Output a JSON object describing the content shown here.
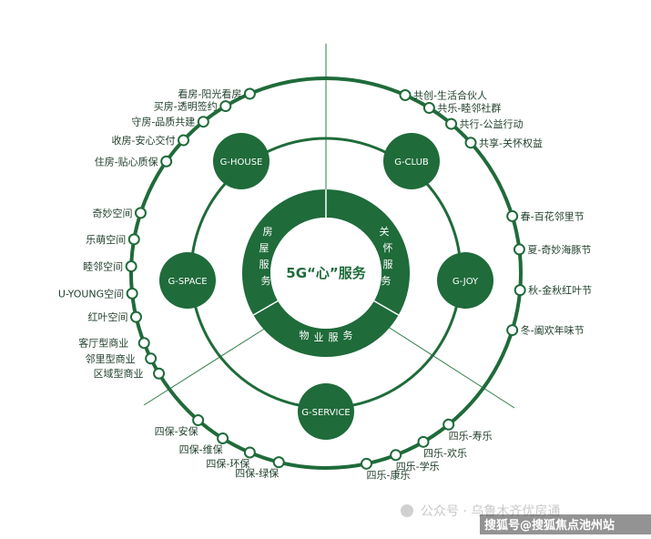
{
  "center": {
    "title": "5G“心”服务"
  },
  "inner_segments": [
    {
      "label": "房屋服务"
    },
    {
      "label": "关怀服务"
    },
    {
      "label": "物业服务"
    }
  ],
  "nodes": [
    {
      "name": "G-HOUSE"
    },
    {
      "name": "G-CLUB"
    },
    {
      "name": "G-SPACE"
    },
    {
      "name": "G-JOY"
    },
    {
      "name": "G-SERVICE"
    }
  ],
  "groups": {
    "house": [
      "看房-阳光看房",
      "买房-透明签约",
      "守房-品质共建",
      "收房-安心交付",
      "住房-贴心质保"
    ],
    "club": [
      "共创-生活合伙人",
      "共乐-睦邻社群",
      "共行-公益行动",
      "共享-关怀权益"
    ],
    "space": [
      "奇妙空间",
      "乐萌空间",
      "睦邻空间",
      "U-YOUNG空间",
      "红叶空间"
    ],
    "commerce": [
      "客厅型商业",
      "邻里型商业",
      "区域型商业"
    ],
    "joy": [
      "春-百花邻里节",
      "夏-奇妙海豚节",
      "秋-金秋红叶节",
      "冬-阖欢年味节"
    ],
    "service_left": [
      "四保-安保",
      "四保-维保",
      "四保-环保",
      "四保-绿保"
    ],
    "service_right": [
      "四乐-寿乐",
      "四乐-欢乐",
      "四乐-学乐",
      "四乐-康乐"
    ]
  },
  "watermark": {
    "text": "公众号 · 乌鲁木齐优房通"
  },
  "source_badge": {
    "text": "搜狐号@搜狐焦点池州站"
  },
  "colors": {
    "primary": "#1f6b3a",
    "line": "#2e7d46",
    "text": "#1f3d2a"
  }
}
